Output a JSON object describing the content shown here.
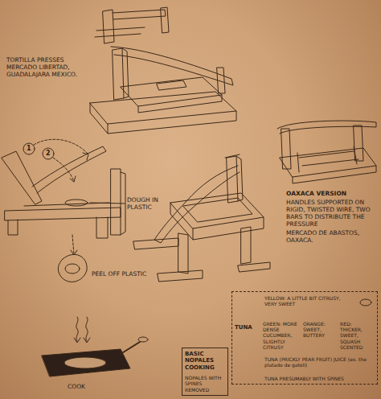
{
  "diagram": {
    "nodes": [
      {
        "text": [
          "TUNA",
          "YELLOW: A LITTLE BIT CITRUSY, VERY SWEET",
          "GREEN: MORE DENSE CUCUMBER, SLIGHTLY CITRUSY",
          "ORANGE: SWEET, BUTTERY",
          "RED: THICKER, SWEET, SQUASH SCENTED",
          "TUNA (PRICKLY PEAR FRUIT) JUICE (ex. the platado de gatoli)",
          "TUNA PRESUMABLY WITH SPINES"
        ]
      },
      {
        "text": [
          "BASIC NOPALES COOKING",
          "NOPALES WITH SPINES REMOVED"
        ]
      }
    ],
    "labels": [
      "TORTILLA PRESSES MERCADO LIBERTAD, GUADALAJARA MEXICO.",
      "1",
      "2",
      "DOUGH IN PLASTIC",
      "OAXACA VERSION",
      "HANDLES SUPPORTED ON RIGID, TWISTED WIRE, TWO BARS TO DISTRIBUTE THE PRESSURE",
      "MERCADO DE ABASTOS, OAXACA.",
      "PEEL OFF PLASTIC",
      "COOK"
    ]
  }
}
